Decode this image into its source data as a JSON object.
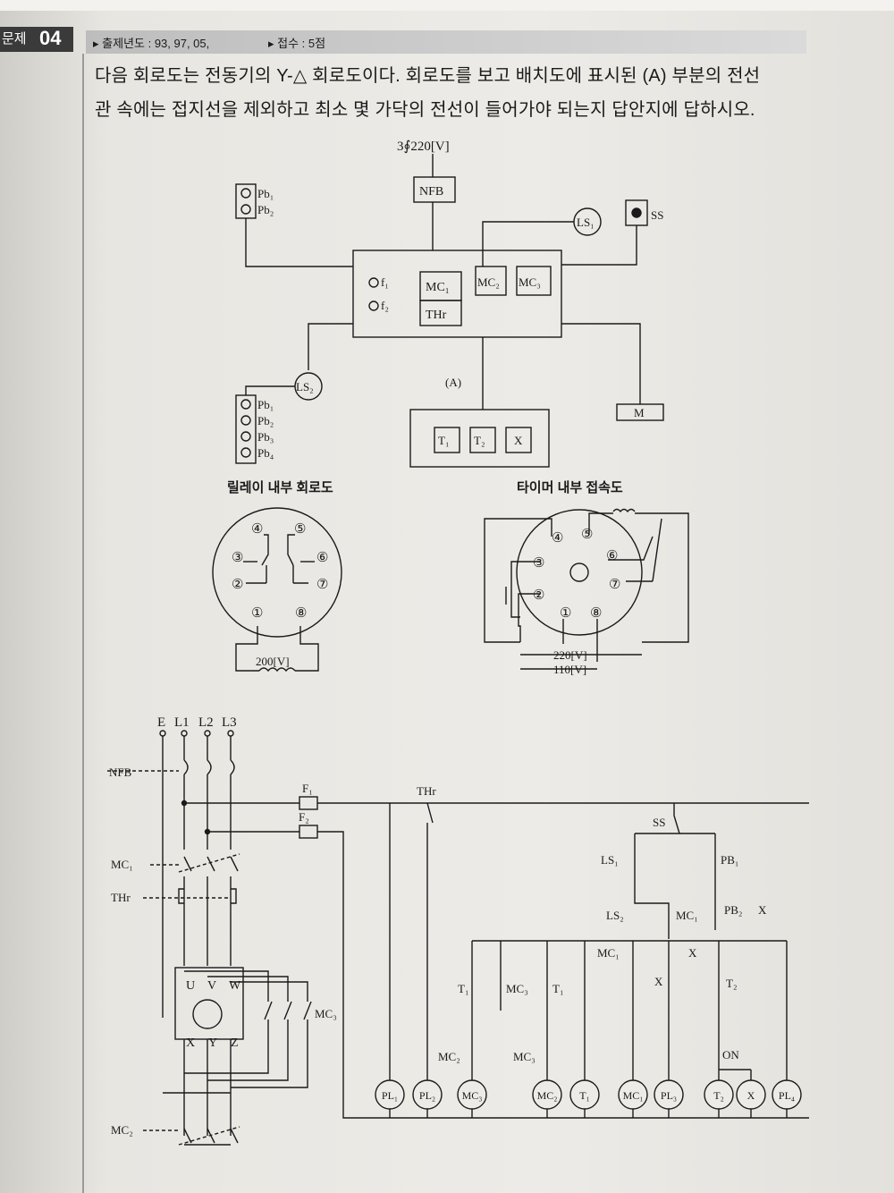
{
  "header": {
    "badge_label": "문제",
    "badge_number": "04",
    "years": "출제년도 : 93, 97, 05,",
    "score": "접수 : 5점"
  },
  "question": {
    "line1": "다음 회로도는 전동기의 Y-△ 회로도이다. 회로도를 보고 배치도에 표시된 (A) 부분의 전선",
    "line2": "관 속에는 접지선을 제외하고 최소 몇 가닥의 전선이 들어가야 되는지 답안지에 답하시오."
  },
  "layout_diagram": {
    "supply": "3∮220[V]",
    "nfb": "NFB",
    "pb_top": [
      "Pb₁",
      "Pb₂"
    ],
    "pb_bottom": [
      "Pb₁",
      "Pb₂",
      "Pb₃",
      "Pb₄"
    ],
    "ls1": "LS₁",
    "ls2": "LS₂",
    "ss": "SS",
    "f1": "f₁",
    "f2": "f₂",
    "mc1": "MC₁",
    "mc2": "MC₂",
    "mc3": "MC₃",
    "thr": "THr",
    "marker_a": "(A)",
    "motor": "M",
    "t1": "T₁",
    "t2": "T₂",
    "x": "X"
  },
  "relay": {
    "title": "릴레이 내부 회로도",
    "pins": [
      "①",
      "②",
      "③",
      "④",
      "⑤",
      "⑥",
      "⑦",
      "⑧"
    ],
    "coil_voltage": "200[V]"
  },
  "timer": {
    "title": "타이머 내부 접속도",
    "pins": [
      "①",
      "②",
      "③",
      "④",
      "⑤",
      "⑥",
      "⑦",
      "⑧"
    ],
    "v220": "220[V]",
    "v110": "110[V]"
  },
  "circuit": {
    "mains": [
      "E",
      "L1",
      "L2",
      "L3"
    ],
    "nfb": "NFB",
    "mc1": "MC₁",
    "thr": "THr",
    "motor_top": [
      "U",
      "V",
      "W"
    ],
    "motor_bottom": [
      "X",
      "Y",
      "Z"
    ],
    "mc3": "MC₃",
    "mc2": "MC₂",
    "f1": "F₁",
    "f2": "F₂",
    "thr_ctrl": "THr",
    "ss": "SS",
    "ls1": "LS₁",
    "ls2": "LS₂",
    "pb1": "PB₁",
    "pb2": "PB₂",
    "x": "X",
    "mc1_contact": "MC₁",
    "t1": "T₁",
    "mc3_contact": "MC₃",
    "t2": "T₂",
    "on": "ON",
    "loads": [
      "PL₁",
      "PL₂",
      "MC₃",
      "MC₂",
      "T₁",
      "MC₁",
      "PL₃",
      "T₂",
      "X",
      "PL₄"
    ]
  }
}
